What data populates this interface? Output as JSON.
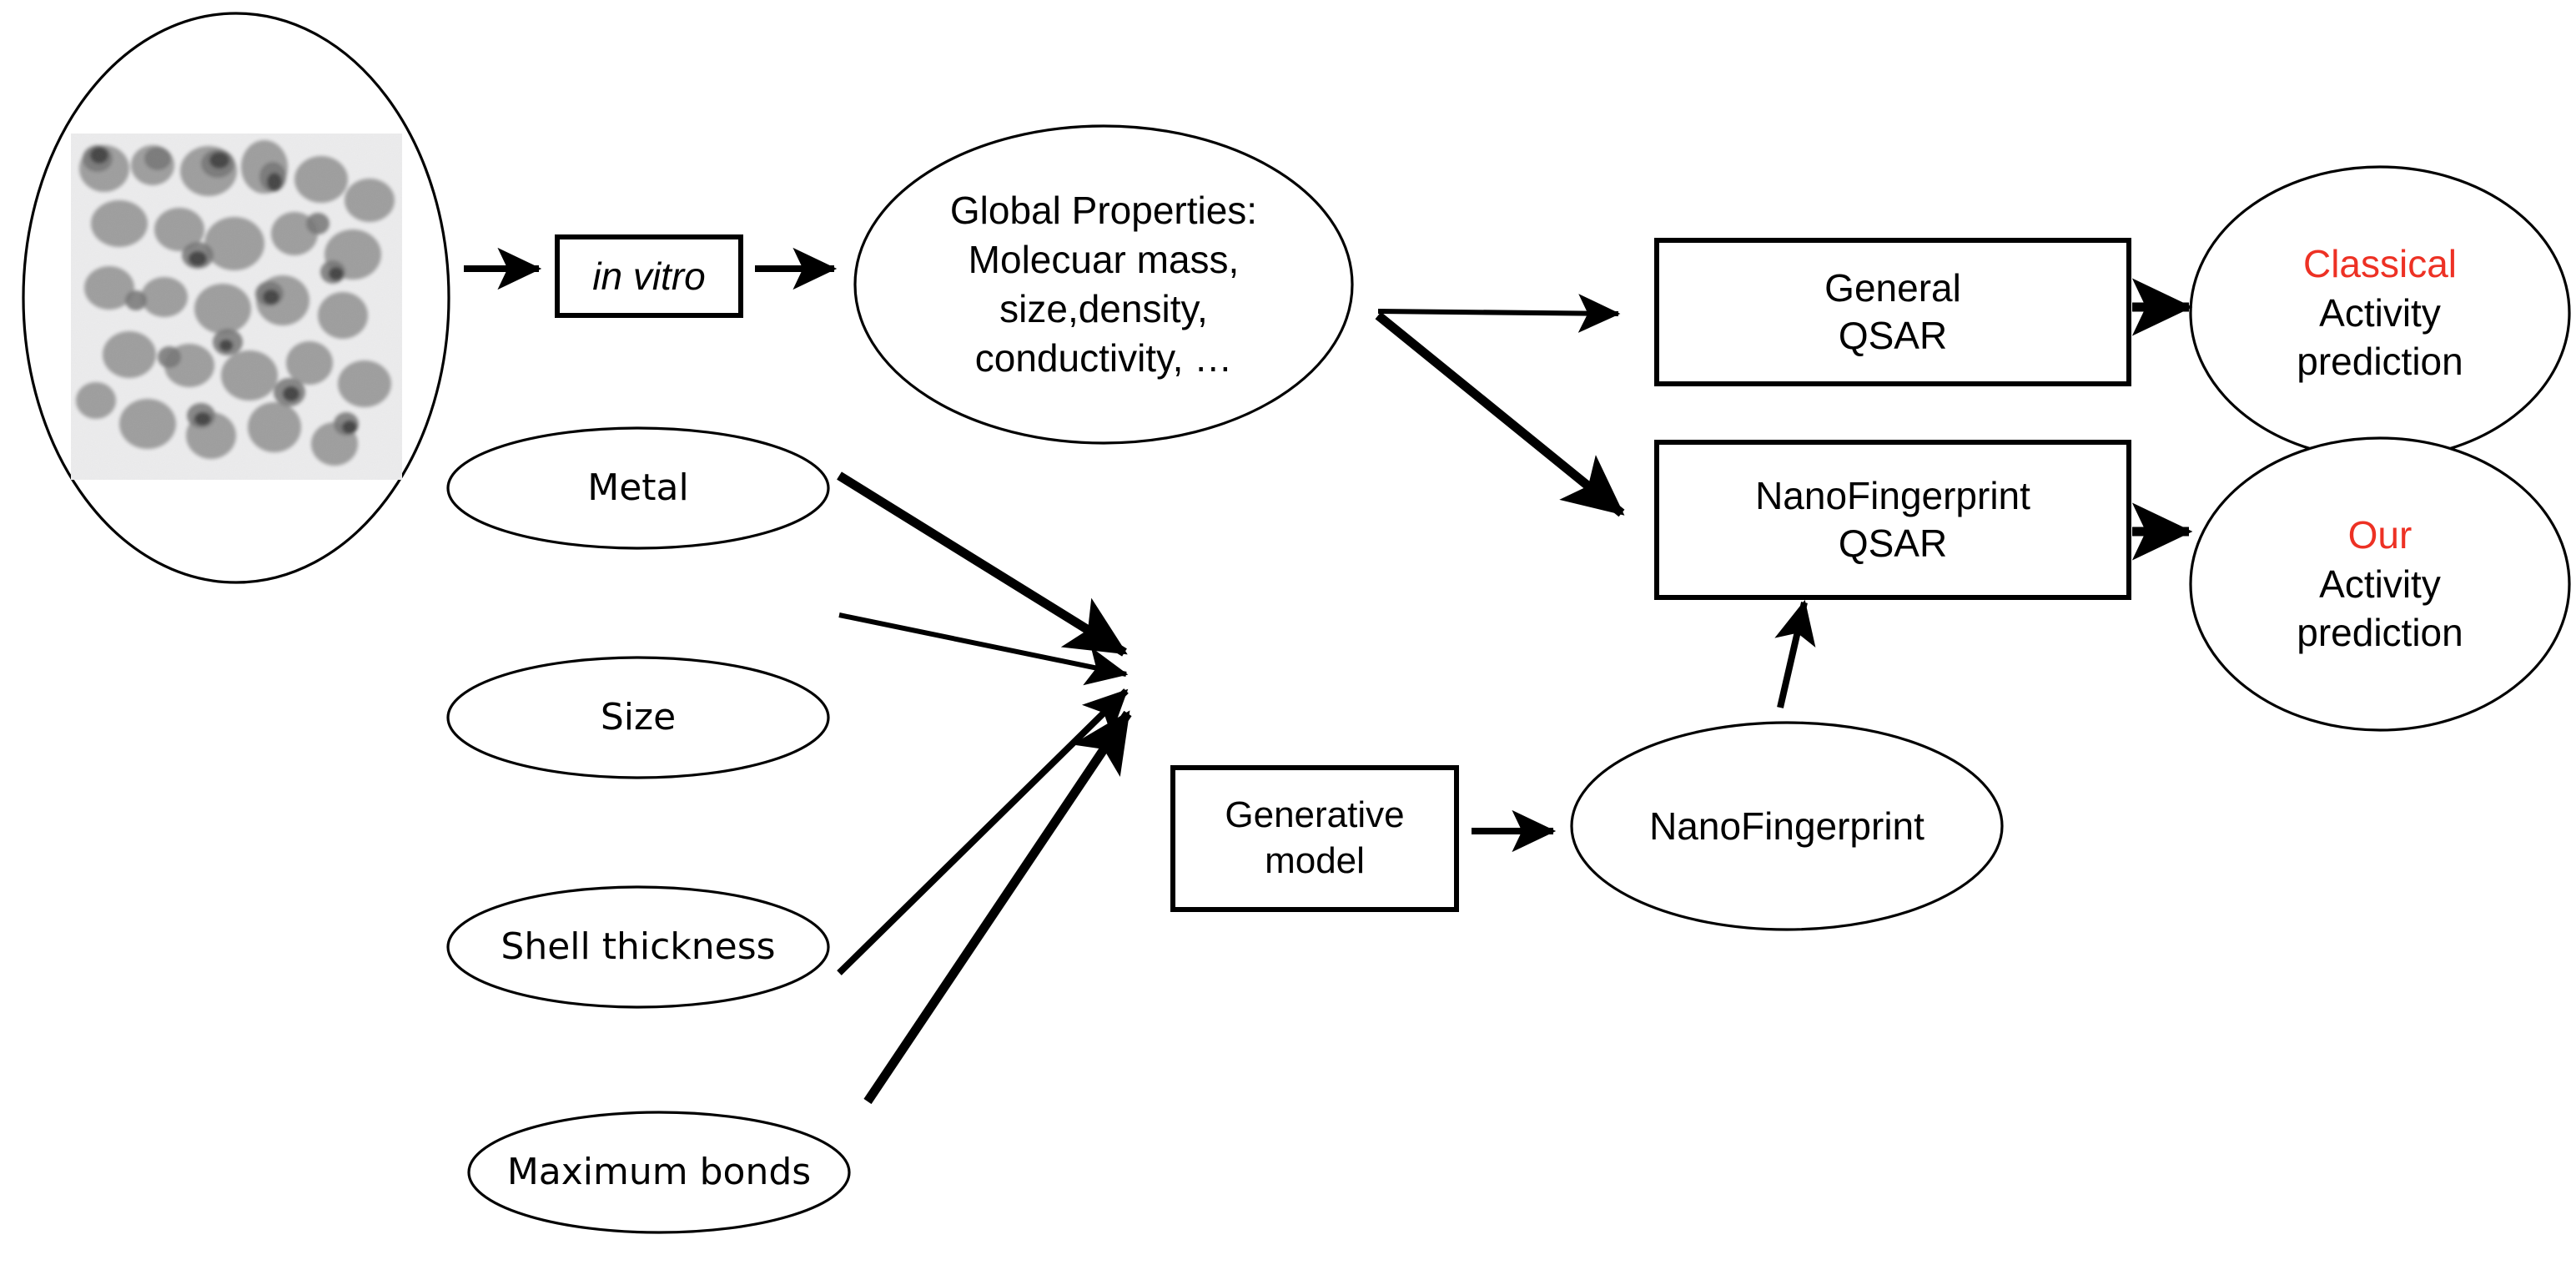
{
  "diagram": {
    "title": "NanoFingerprint QSAR workflow",
    "accent_color": "#ED3124",
    "line_color": "#000000",
    "background_color": "#FFFFFF",
    "nodes": {
      "tem_sample": {
        "shape": "ellipse",
        "label": "",
        "image": "tem-micrograph-nanoparticles"
      },
      "in_vitro": {
        "shape": "rectangle",
        "label": "in vitro",
        "style": "italic"
      },
      "global_properties": {
        "shape": "ellipse",
        "lines": [
          "Global Properties:",
          "Molecuar mass,",
          "size,density,",
          "conductivity, …"
        ]
      },
      "metal": {
        "shape": "ellipse",
        "label": "Metal"
      },
      "size": {
        "shape": "ellipse",
        "label": "Size"
      },
      "shell_thickness": {
        "shape": "ellipse",
        "label": "Shell thickness"
      },
      "maximum_bonds": {
        "shape": "ellipse",
        "label": "Maximum bonds"
      },
      "generative_model": {
        "shape": "rectangle",
        "lines": [
          "Generative",
          "model"
        ]
      },
      "nanofingerprint": {
        "shape": "ellipse",
        "label": "NanoFingerprint"
      },
      "general_qsar": {
        "shape": "rectangle",
        "lines": [
          "General",
          "QSAR"
        ]
      },
      "nanofingerprint_qsar": {
        "shape": "rectangle",
        "lines": [
          "NanoFingerprint",
          "QSAR"
        ]
      },
      "classical_prediction": {
        "shape": "ellipse",
        "highlight": "Classical",
        "lines": [
          "Activity",
          "prediction"
        ]
      },
      "our_prediction": {
        "shape": "ellipse",
        "highlight": "Our",
        "lines": [
          "Activity",
          "prediction"
        ]
      }
    },
    "edges": [
      {
        "from": "tem_sample",
        "to": "in_vitro",
        "arrow": true
      },
      {
        "from": "in_vitro",
        "to": "global_properties",
        "arrow": true
      },
      {
        "from": "global_properties",
        "to": "general_qsar",
        "arrow": true
      },
      {
        "from": "global_properties",
        "to": "nanofingerprint_qsar",
        "arrow": true
      },
      {
        "from": "metal",
        "to": "generative_model",
        "arrow": true
      },
      {
        "from": "size",
        "to": "generative_model",
        "arrow": true
      },
      {
        "from": "shell_thickness",
        "to": "generative_model",
        "arrow": true
      },
      {
        "from": "maximum_bonds",
        "to": "generative_model",
        "arrow": true
      },
      {
        "from": "generative_model",
        "to": "nanofingerprint",
        "arrow": true
      },
      {
        "from": "nanofingerprint",
        "to": "nanofingerprint_qsar",
        "arrow": true
      },
      {
        "from": "general_qsar",
        "to": "classical_prediction",
        "arrow": true
      },
      {
        "from": "nanofingerprint_qsar",
        "to": "our_prediction",
        "arrow": true
      }
    ]
  }
}
